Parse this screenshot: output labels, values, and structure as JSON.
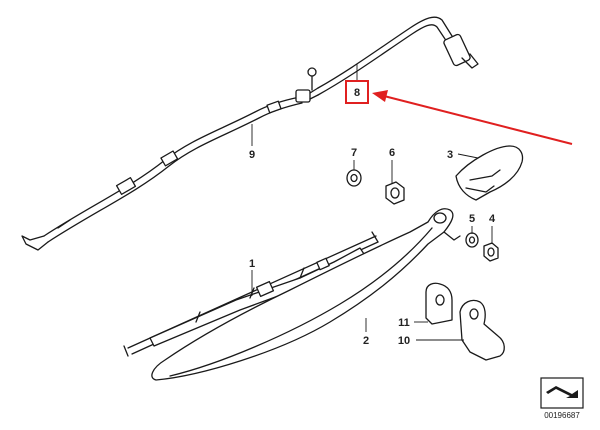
{
  "callouts": [
    {
      "id": "1",
      "label": "1"
    },
    {
      "id": "2",
      "label": "2"
    },
    {
      "id": "3",
      "label": "3"
    },
    {
      "id": "4",
      "label": "4"
    },
    {
      "id": "5",
      "label": "5"
    },
    {
      "id": "6",
      "label": "6"
    },
    {
      "id": "7",
      "label": "7"
    },
    {
      "id": "8",
      "label": "8"
    },
    {
      "id": "9",
      "label": "9"
    },
    {
      "id": "10",
      "label": "10"
    },
    {
      "id": "11",
      "label": "11"
    }
  ],
  "highlight": {
    "part": "8",
    "box_color": "#e02020",
    "arrow_color": "#e02020"
  },
  "reference_number": "00196687"
}
